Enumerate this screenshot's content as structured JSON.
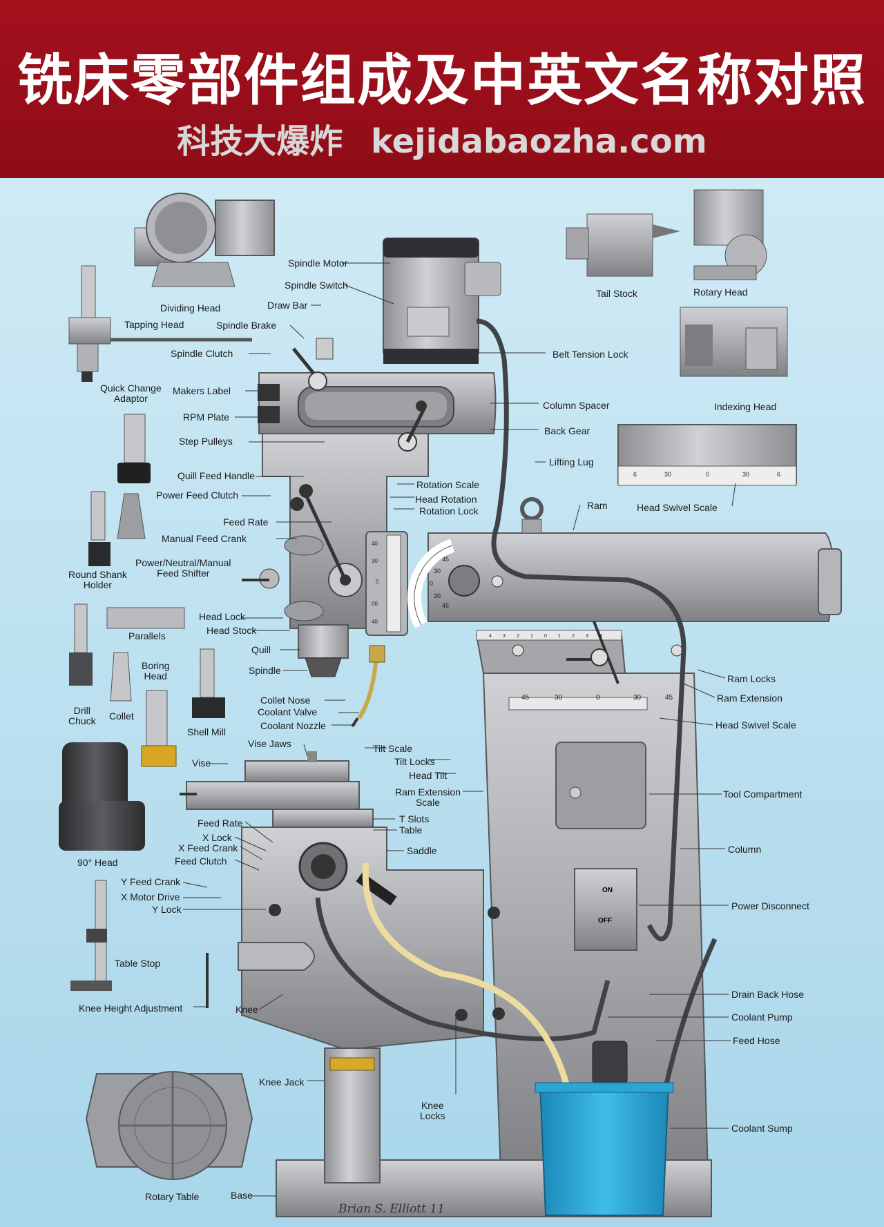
{
  "header": {
    "title": "铣床零部件组成及中英文名称对照",
    "subtitle_cn": "科技大爆炸",
    "subtitle_url": "kejidabaozha.com"
  },
  "colors": {
    "banner": "#9b0f1a",
    "background": "#bfe0ee",
    "machine": "#a7a9ad",
    "machine_dark": "#6e7074",
    "coolant_sump": "#2aa6d6",
    "hose_feed": "#ecdca0"
  },
  "labels": [
    {
      "id": "dividing-head",
      "text": "Dividing Head"
    },
    {
      "id": "tapping-head",
      "text": "Tapping Head"
    },
    {
      "id": "spindle-motor",
      "text": "Spindle Motor"
    },
    {
      "id": "spindle-switch",
      "text": "Spindle Switch"
    },
    {
      "id": "draw-bar",
      "text": "Draw Bar"
    },
    {
      "id": "spindle-brake",
      "text": "Spindle Brake"
    },
    {
      "id": "spindle-clutch",
      "text": "Spindle Clutch"
    },
    {
      "id": "quick-change-adaptor",
      "text": "Quick Change\nAdaptor"
    },
    {
      "id": "makers-label",
      "text": "Makers Label"
    },
    {
      "id": "rpm-plate",
      "text": "RPM Plate"
    },
    {
      "id": "step-pulleys",
      "text": "Step Pulleys"
    },
    {
      "id": "quill-feed-handle",
      "text": "Quill Feed Handle"
    },
    {
      "id": "power-feed-clutch",
      "text": "Power Feed Clutch"
    },
    {
      "id": "feed-rate-head",
      "text": "Feed Rate"
    },
    {
      "id": "manual-feed-crank",
      "text": "Manual Feed Crank"
    },
    {
      "id": "power-neutral-manual",
      "text": "Power/Neutral/Manual\nFeed Shifter"
    },
    {
      "id": "round-shank-holder",
      "text": "Round Shank\nHolder"
    },
    {
      "id": "head-lock",
      "text": "Head Lock"
    },
    {
      "id": "head-stock",
      "text": "Head Stock"
    },
    {
      "id": "parallels",
      "text": "Parallels"
    },
    {
      "id": "quill",
      "text": "Quill"
    },
    {
      "id": "spindle",
      "text": "Spindle"
    },
    {
      "id": "boring-head",
      "text": "Boring\nHead"
    },
    {
      "id": "drill-chuck",
      "text": "Drill\nChuck"
    },
    {
      "id": "collet",
      "text": "Collet"
    },
    {
      "id": "shell-mill",
      "text": "Shell Mill"
    },
    {
      "id": "collet-nose",
      "text": "Collet Nose"
    },
    {
      "id": "coolant-valve",
      "text": "Coolant Valve"
    },
    {
      "id": "coolant-nozzle",
      "text": "Coolant Nozzle"
    },
    {
      "id": "vise-jaws",
      "text": "Vise Jaws"
    },
    {
      "id": "vise",
      "text": "Vise"
    },
    {
      "id": "tilt-scale",
      "text": "Tilt Scale"
    },
    {
      "id": "tilt-locks",
      "text": "Tilt Locks"
    },
    {
      "id": "head-tilt",
      "text": "Head Tilt"
    },
    {
      "id": "ram-extension-scale",
      "text": "Ram Extension\nScale"
    },
    {
      "id": "t-slots",
      "text": "T Slots"
    },
    {
      "id": "table",
      "text": "Table"
    },
    {
      "id": "saddle",
      "text": "Saddle"
    },
    {
      "id": "feed-rate-table",
      "text": "Feed Rate"
    },
    {
      "id": "x-lock",
      "text": "X Lock"
    },
    {
      "id": "x-feed-crank",
      "text": "X Feed Crank"
    },
    {
      "id": "feed-clutch",
      "text": "Feed Clutch"
    },
    {
      "id": "90-head",
      "text": "90° Head"
    },
    {
      "id": "y-feed-crank",
      "text": "Y Feed Crank"
    },
    {
      "id": "x-motor-drive",
      "text": "X Motor Drive"
    },
    {
      "id": "y-lock",
      "text": "Y Lock"
    },
    {
      "id": "table-stop",
      "text": "Table Stop"
    },
    {
      "id": "knee-height-adjustment",
      "text": "Knee Height Adjustment"
    },
    {
      "id": "knee",
      "text": "Knee"
    },
    {
      "id": "knee-jack",
      "text": "Knee Jack"
    },
    {
      "id": "knee-locks",
      "text": "Knee\nLocks"
    },
    {
      "id": "rotary-table",
      "text": "Rotary Table"
    },
    {
      "id": "base",
      "text": "Base"
    },
    {
      "id": "tail-stock",
      "text": "Tail Stock"
    },
    {
      "id": "rotary-head",
      "text": "Rotary Head"
    },
    {
      "id": "belt-tension-lock",
      "text": "Belt Tension Lock"
    },
    {
      "id": "indexing-head",
      "text": "Indexing Head"
    },
    {
      "id": "column-spacer",
      "text": "Column Spacer"
    },
    {
      "id": "back-gear",
      "text": "Back Gear"
    },
    {
      "id": "lifting-lug",
      "text": "Lifting Lug"
    },
    {
      "id": "ram",
      "text": "Ram"
    },
    {
      "id": "head-swivel-scale-top",
      "text": "Head Swivel Scale"
    },
    {
      "id": "rotation-scale",
      "text": "Rotation Scale"
    },
    {
      "id": "head-rotation",
      "text": "Head Rotation"
    },
    {
      "id": "rotation-lock",
      "text": "Rotation Lock"
    },
    {
      "id": "ram-locks",
      "text": "Ram Locks"
    },
    {
      "id": "ram-extension",
      "text": "Ram Extension"
    },
    {
      "id": "head-swivel-scale",
      "text": "Head Swivel Scale"
    },
    {
      "id": "tool-compartment",
      "text": "Tool Compartment"
    },
    {
      "id": "column",
      "text": "Column"
    },
    {
      "id": "power-disconnect",
      "text": "Power Disconnect"
    },
    {
      "id": "drain-back-hose",
      "text": "Drain Back Hose"
    },
    {
      "id": "coolant-pump",
      "text": "Coolant Pump"
    },
    {
      "id": "feed-hose",
      "text": "Feed Hose"
    },
    {
      "id": "coolant-sump",
      "text": "Coolant Sump"
    }
  ],
  "scales": {
    "swivel_top": [
      "6",
      "30",
      "0",
      "30",
      "6"
    ],
    "swivel_ram": [
      "45",
      "30",
      "0",
      "30",
      "45"
    ],
    "tilt": [
      "40",
      "30",
      "0",
      "00",
      "40"
    ],
    "rotation": [
      "45",
      "30",
      "0",
      "30",
      "45"
    ],
    "ram_ext": [
      "4",
      "3",
      "2",
      "1",
      "0",
      "1",
      "2",
      "3",
      "4"
    ]
  },
  "switch": {
    "on": "ON",
    "off": "OFF"
  },
  "signature": "Brian S. Elliott 11"
}
